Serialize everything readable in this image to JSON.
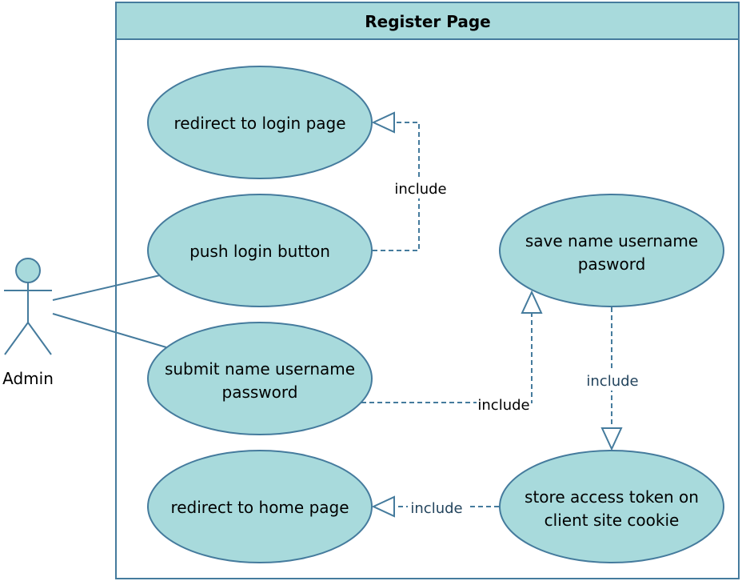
{
  "system": {
    "title": "Register Page"
  },
  "actor": {
    "name": "Admin"
  },
  "use_cases": {
    "redirect_login": {
      "line1": "redirect  to login page"
    },
    "push_login": {
      "line1": "push login button"
    },
    "submit": {
      "line1": "submit name username",
      "line2": "password"
    },
    "redirect_home": {
      "line1": "redirect to home page"
    },
    "save": {
      "line1": "save name username",
      "line2": "pasword"
    },
    "store": {
      "line1": "store access token on",
      "line2": "client site cookie"
    }
  },
  "relations": {
    "push_to_redirect_login": "include",
    "submit_to_save": "include",
    "save_to_store": "include",
    "store_to_redirect_home": "include"
  },
  "colors": {
    "fill": "#a8dadc",
    "stroke": "#457b9d",
    "dark_label": "#000000",
    "blue_label": "#23445d"
  }
}
